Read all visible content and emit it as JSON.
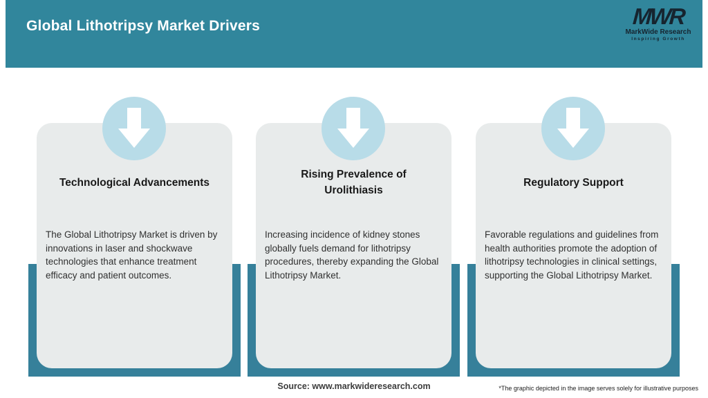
{
  "header": {
    "title": "Global Lithotripsy Market Drivers"
  },
  "logo": {
    "monogram": "MWR",
    "name": "MarkWide Research",
    "tagline": "Inspiring Growth"
  },
  "cards": [
    {
      "title": "Technological Advancements",
      "body": "The Global Lithotripsy Market is driven by innovations in laser and shockwave technologies that enhance treatment efficacy and patient outcomes."
    },
    {
      "title": "Rising Prevalence of Urolithiasis",
      "body": "Increasing incidence of kidney stones globally fuels demand for lithotripsy procedures, thereby expanding the Global Lithotripsy Market."
    },
    {
      "title": "Regulatory Support",
      "body": "Favorable regulations and guidelines from health authorities promote the adoption of lithotripsy technologies in clinical settings, supporting the Global Lithotripsy Market."
    }
  ],
  "footer": {
    "source": "Source: www.markwideresearch.com",
    "disclaimer": "*The graphic depicted in the image serves solely for illustrative purposes"
  },
  "icons": {
    "down_arrow": "down-arrow-icon"
  },
  "colors": {
    "header_teal": "#31869c",
    "backing_teal": "#36809a",
    "circle_blue": "#b8dce8",
    "card_gray": "#e8ebeb",
    "logo_navy": "#16242f",
    "title_text": "#191919",
    "body_text": "#303030"
  }
}
